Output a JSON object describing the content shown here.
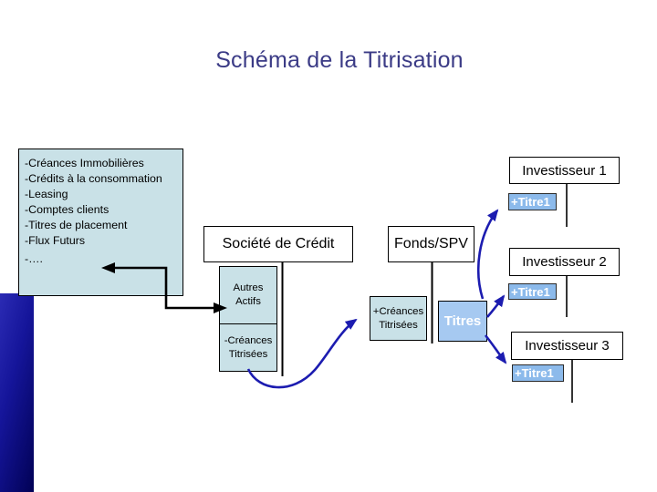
{
  "title": "Schéma de la Titrisation",
  "asset_box": {
    "items": [
      "-Créances Immobilières",
      "-Crédits à la consommation",
      "-Leasing",
      "-Comptes clients",
      "-Titres de placement",
      "-Flux Futurs",
      "-…."
    ]
  },
  "entities": {
    "societe": "Société de Crédit",
    "fonds": "Fonds/SPV",
    "investisseur1": "Investisseur 1",
    "investisseur2": "Investisseur 2",
    "investisseur3": "Investisseur 3"
  },
  "balance_items": {
    "autres_actifs": "Autres Actifs",
    "creances_sorties": "-Créances Titrisées",
    "creances_entrees": "+Créances Titrisées",
    "titres": "Titres",
    "titre_tag1": "+Titre1",
    "titre_tag2": "+Titre1",
    "titre_tag3": "+Titre1"
  },
  "colors": {
    "title_text": "#3b3b86",
    "box_teal_fill": "#c9e1e7",
    "box_blue_fill": "#a6c9f1",
    "tag_blue_fill": "#8cbaeb",
    "arrow_blue": "#1c1cb0",
    "arrow_black": "#000000",
    "accent_bar_start": "#2b2bb4",
    "accent_bar_end": "#010155"
  }
}
